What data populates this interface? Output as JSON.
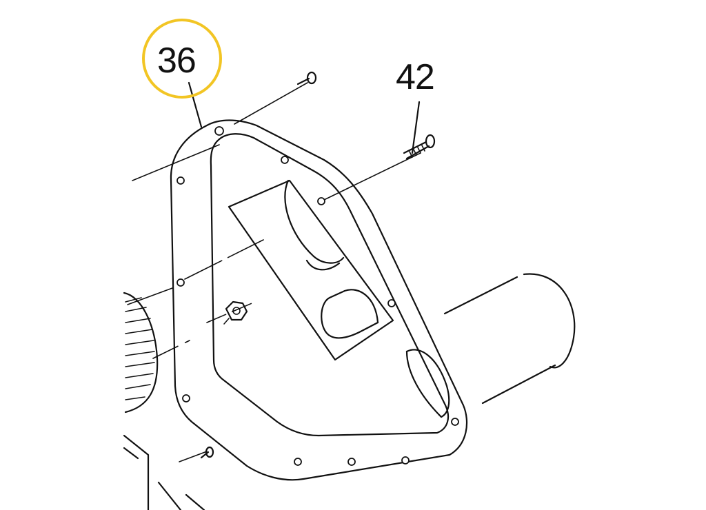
{
  "callouts": [
    {
      "id": "36",
      "label": "36",
      "highlighted": true
    },
    {
      "id": "42",
      "label": "42",
      "highlighted": false
    }
  ],
  "colors": {
    "highlight_circle": "#F2C524",
    "line": "#111111",
    "background": "#FFFFFF"
  }
}
